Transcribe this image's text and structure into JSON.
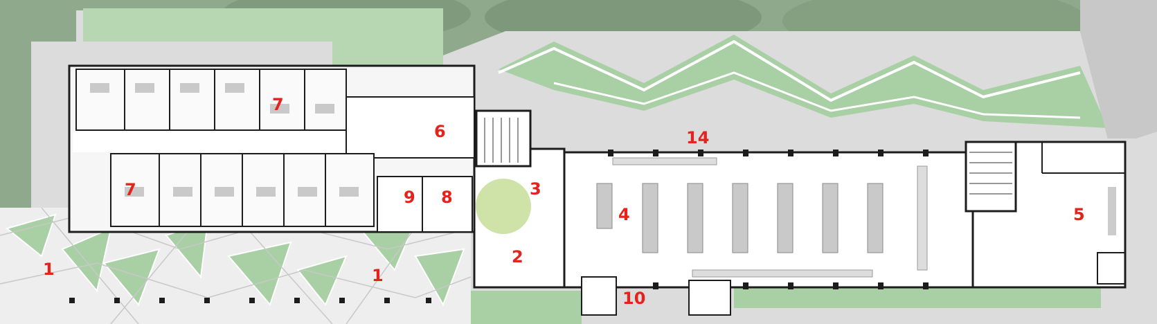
{
  "labels": {
    "plaza_west": "1",
    "plaza_center": "1",
    "entry_hall": "2",
    "lobby": "3",
    "dining_hall": "4",
    "service_block": "5",
    "lounge": "6",
    "rooms_north": "7",
    "rooms_south": "7",
    "room_8": "8",
    "room_9": "9",
    "restrooms": "10",
    "terrace": "14"
  },
  "colors": {
    "label": "#e3231c",
    "lawn": "#8fa98c",
    "grass": "#a9cfa5",
    "paving": "#dcdcdc",
    "floor": "#ffffff",
    "wall": "#1c1c1c"
  }
}
